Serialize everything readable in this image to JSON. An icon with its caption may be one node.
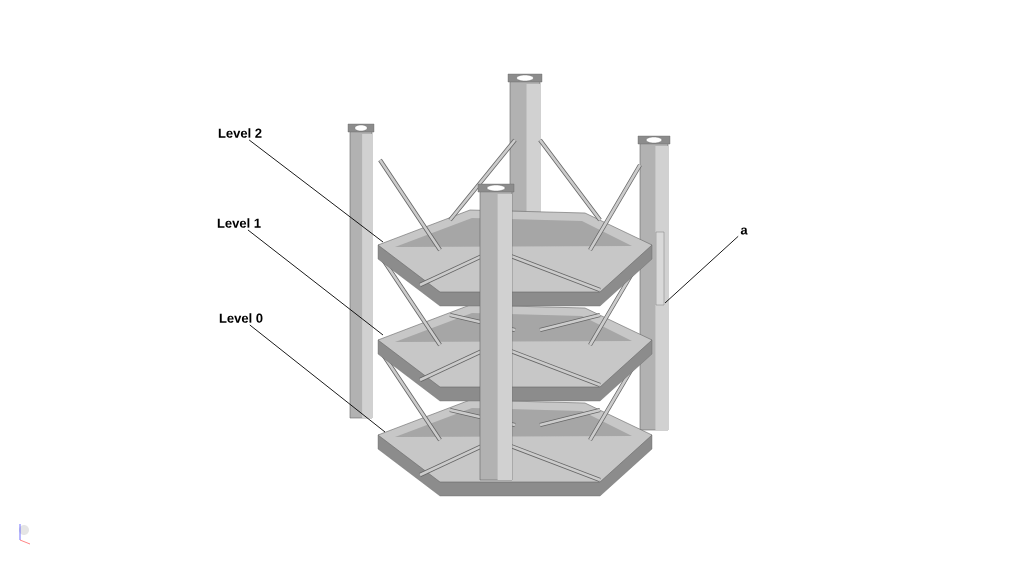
{
  "diagram": {
    "nodes": [
      {
        "text": [
          "Level 2"
        ]
      },
      {
        "text": [
          "Level 1"
        ]
      },
      {
        "text": [
          "Level 0"
        ]
      },
      {
        "text": [
          "a"
        ]
      }
    ],
    "edges": [
      {
        "from": 0,
        "to": null,
        "arrow": "none"
      },
      {
        "from": 1,
        "to": null,
        "arrow": "none"
      },
      {
        "from": 2,
        "to": null,
        "arrow": "none"
      },
      {
        "from": 3,
        "to": null,
        "arrow": "none"
      }
    ]
  }
}
